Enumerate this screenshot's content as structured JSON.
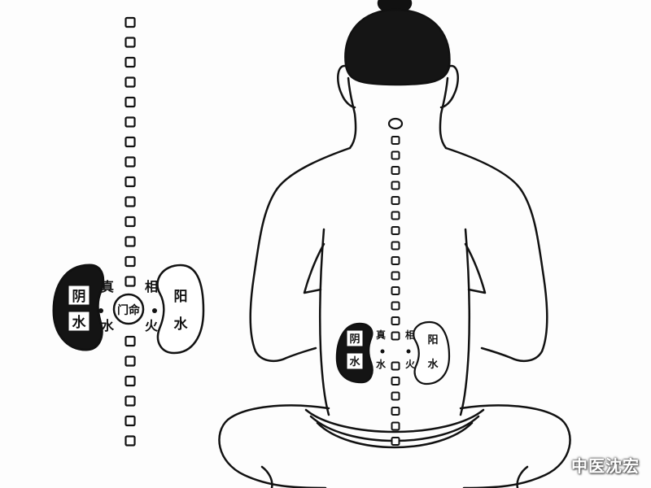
{
  "left_diagram": {
    "left_kidney_top": "阴",
    "left_kidney_bottom": "水",
    "right_kidney_top": "阳",
    "right_kidney_bottom": "水",
    "zhen_top": "真",
    "shui_bottom": "水",
    "xiang_top": "相",
    "huo_bottom": "火",
    "ming_men": "门命"
  },
  "body_diagram": {
    "left_kidney_top": "阴",
    "left_kidney_bottom": "水",
    "right_kidney_top": "阳",
    "right_kidney_bottom": "水",
    "zhen_top": "真",
    "shui_bottom": "水",
    "xiang_top": "相",
    "huo_bottom": "火"
  },
  "watermark": "中医沈宏"
}
